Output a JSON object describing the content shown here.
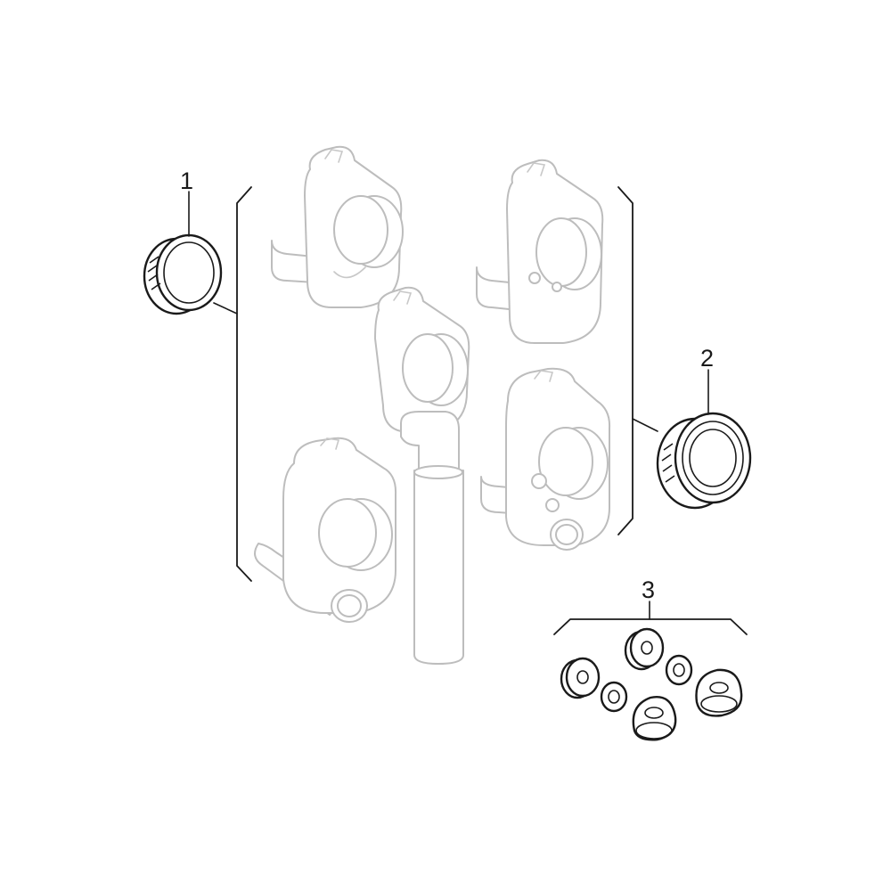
{
  "callouts": [
    {
      "id": "1",
      "label": "1"
    },
    {
      "id": "2",
      "label": "2"
    },
    {
      "id": "3",
      "label": "3"
    }
  ],
  "colors": {
    "line_dark": "#1a1a1a",
    "line_ghost": "#bdbdbd",
    "background": "#ffffff"
  }
}
